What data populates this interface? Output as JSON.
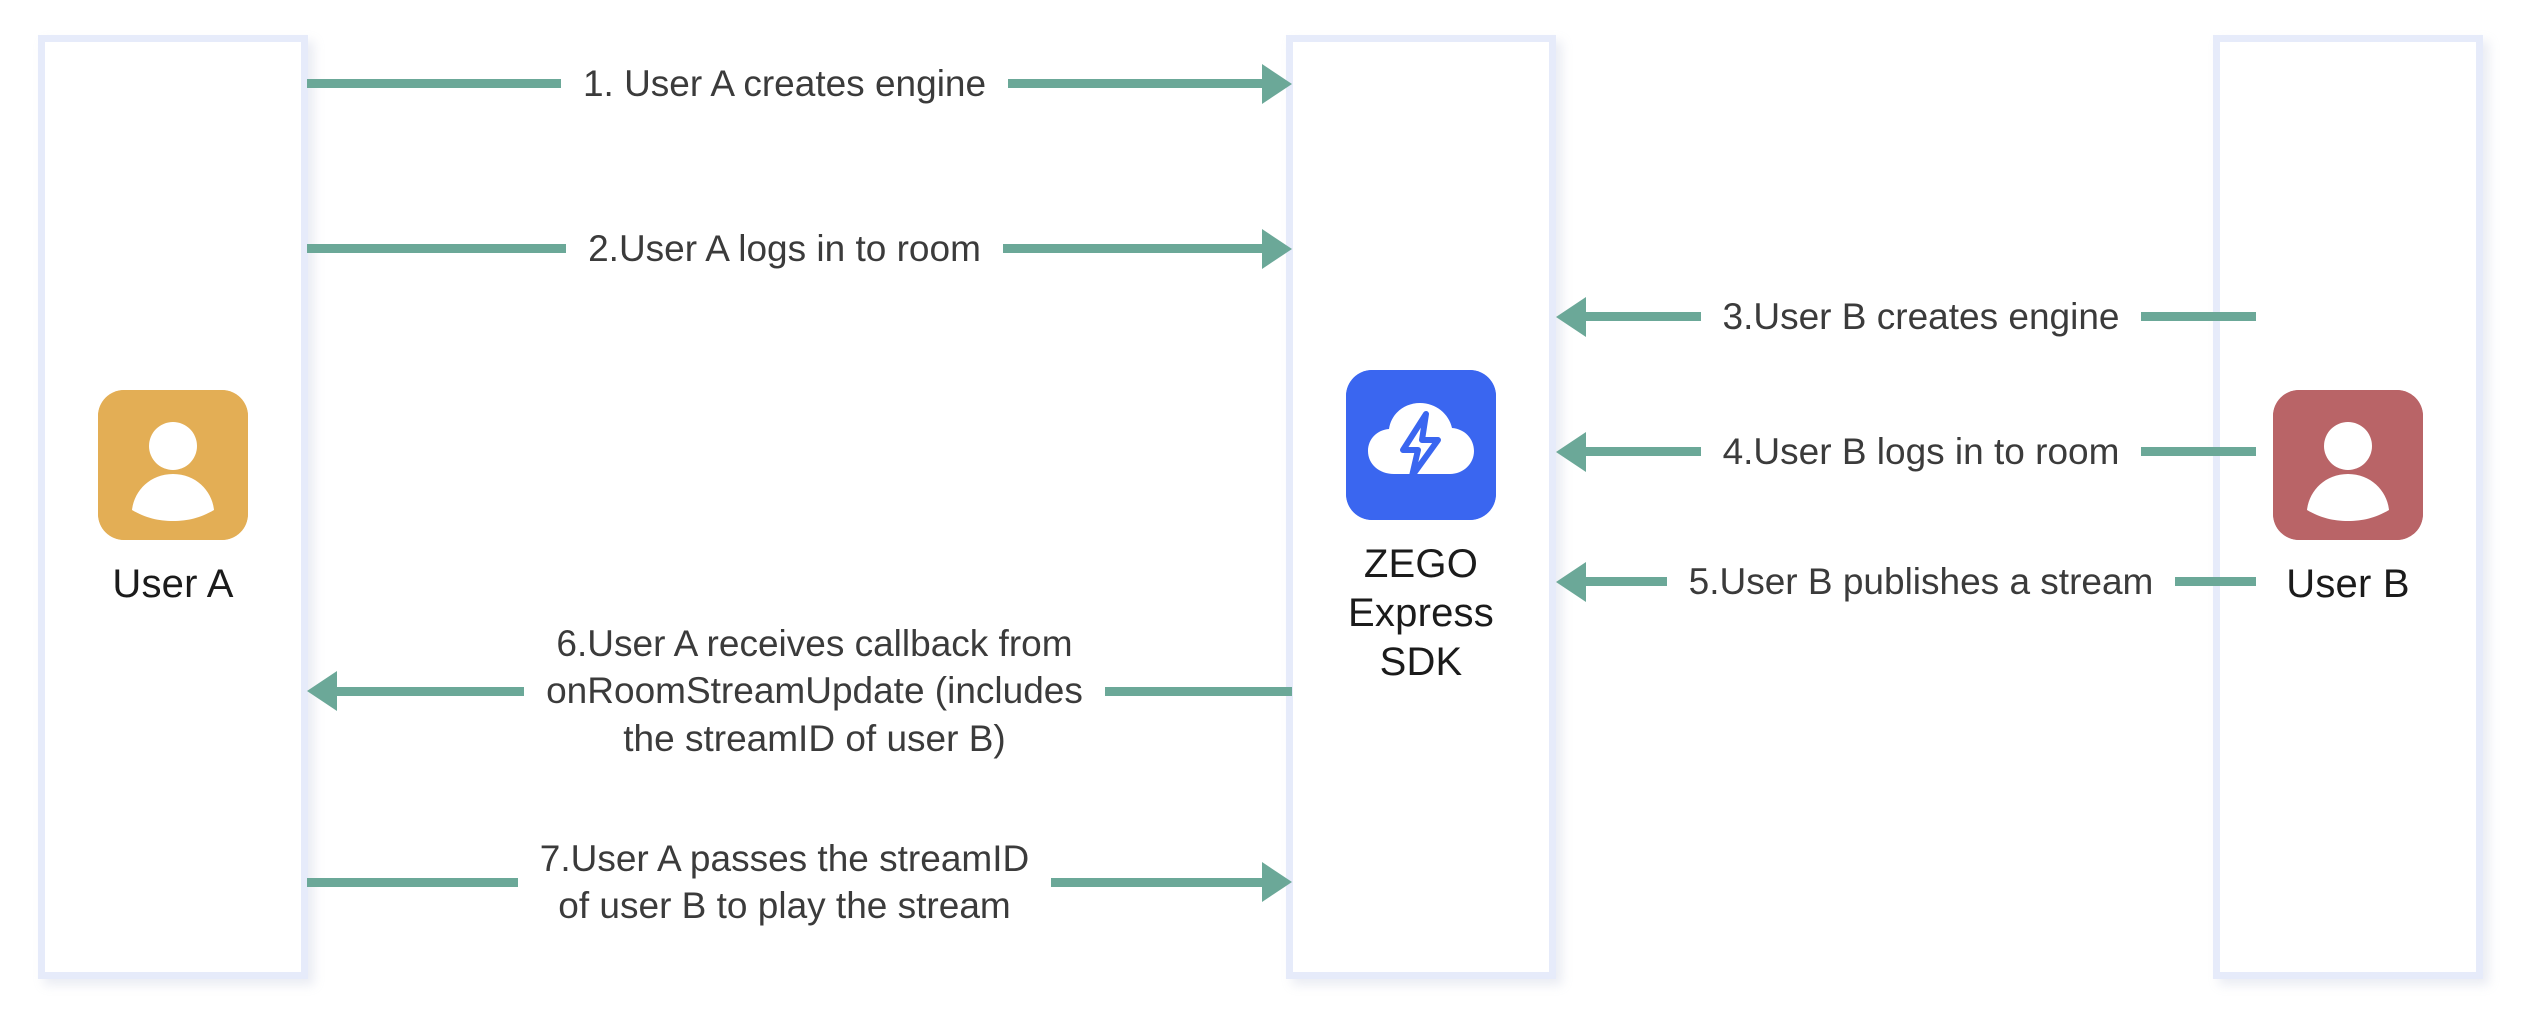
{
  "diagram": {
    "type": "sequence-diagram",
    "title": "",
    "background_color": "#ffffff",
    "arrow_color": "#6ba898",
    "lane_border_color": "#e6ebfa"
  },
  "actors": [
    {
      "id": "user-a",
      "label": "User A",
      "icon": "person-icon",
      "avatar_color": "#e3ae55"
    },
    {
      "id": "zego-sdk",
      "label": "ZEGO\nExpress\nSDK",
      "icon": "cloud-lightning-icon",
      "avatar_color": "#3a66f0"
    },
    {
      "id": "user-b",
      "label": "User B",
      "icon": "person-icon",
      "avatar_color": "#b96467"
    }
  ],
  "messages": [
    {
      "step": 1,
      "label": "1. User A creates engine",
      "from": "user-a",
      "to": "zego-sdk",
      "direction": "right"
    },
    {
      "step": 2,
      "label": "2.User A logs in to room",
      "from": "user-a",
      "to": "zego-sdk",
      "direction": "right"
    },
    {
      "step": 3,
      "label": "3.User B creates engine",
      "from": "user-b",
      "to": "zego-sdk",
      "direction": "left"
    },
    {
      "step": 4,
      "label": "4.User B logs in to room",
      "from": "user-b",
      "to": "zego-sdk",
      "direction": "left"
    },
    {
      "step": 5,
      "label": "5.User B publishes a stream",
      "from": "user-b",
      "to": "zego-sdk",
      "direction": "left"
    },
    {
      "step": 6,
      "label": "6.User A receives callback from\nonRoomStreamUpdate (includes\nthe streamID of user B)",
      "from": "zego-sdk",
      "to": "user-a",
      "direction": "left"
    },
    {
      "step": 7,
      "label": "7.User A passes the streamID\nof user B to play the stream",
      "from": "user-a",
      "to": "zego-sdk",
      "direction": "right"
    }
  ]
}
